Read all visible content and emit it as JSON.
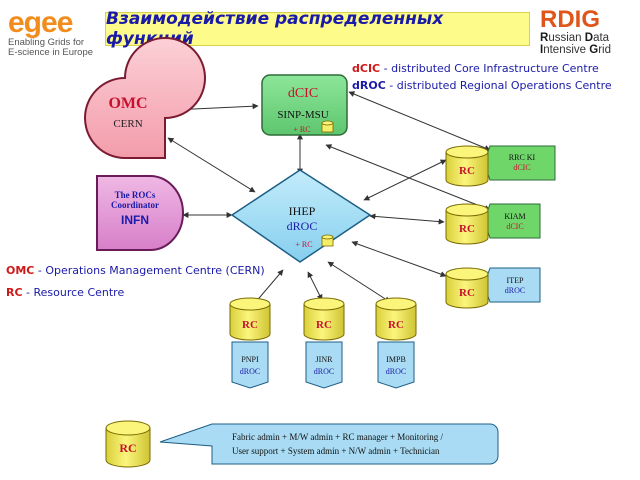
{
  "header": {
    "logo_left": {
      "name": "egee",
      "line1": "Enabling Grids for",
      "line2": "E-science in Europe"
    },
    "title": "Взаимодействие распределенных функций",
    "logo_right": {
      "name": "RDIG",
      "line1_first": "R",
      "line1_rest": "ussian ",
      "line1_second": "D",
      "line1_end": "ata",
      "line2_first": "I",
      "line2_rest": "ntensive ",
      "line2_second": "G",
      "line2_end": "rid"
    }
  },
  "legend_top": [
    {
      "key": "dCIC",
      "text": " - distributed Core Infrastructure Centre",
      "color": "#d01818"
    },
    {
      "key": "dROC",
      "text": " - distributed Regional Operations Centre",
      "color": "#1a1aa8"
    }
  ],
  "legend_bottom": [
    {
      "key": "OMC",
      "text": " - Operations Management Centre (CERN)",
      "color": "#d01818"
    },
    {
      "key": "RC",
      "text": " - Resource Centre",
      "color": "#d01818"
    }
  ],
  "nodes": {
    "omc": {
      "label": "OMC",
      "sub": "CERN"
    },
    "dcic": {
      "label": "dCIC",
      "sub": "SINP-MSU",
      "badge": "+ RC"
    },
    "rocs": {
      "line1": "The ROCs",
      "line2": "Coordinator",
      "line3": "INFN"
    },
    "ihep": {
      "line1": "IHEP",
      "line2": "dROC",
      "badge": "+ RC"
    },
    "rrc": {
      "rc": "RC",
      "line1": "RRC KI",
      "line2": "dCIC"
    },
    "kiam": {
      "rc": "RC",
      "line1": "KIAM",
      "line2": "dCIC"
    },
    "itep": {
      "rc": "RC",
      "line1": "ITEP",
      "line2": "dROC"
    },
    "pnpi": {
      "rc": "RC",
      "line1": "PNPI",
      "line2": "dROC"
    },
    "jinr": {
      "rc": "RC",
      "line1": "JINR",
      "line2": "dROC"
    },
    "impb": {
      "rc": "RC",
      "line1": "IMPB",
      "line2": "dROC"
    },
    "rc_legend": {
      "rc": "RC",
      "line1": "Fabric admin + M/W admin + RC manager + Monitoring /",
      "line2": "User support + System admin + N/W admin + Technician"
    }
  },
  "colors": {
    "dcic_fill": "#7bd98a",
    "ihep_fill": "#a7dff4",
    "omc_fill": "#f9b9c2",
    "rocs_fill": "#e59bd7",
    "cylinder_fill": "#f5ee6a",
    "green_box": "#6fd76a",
    "blue_box": "#a9dcf4",
    "red_text": "#d01818",
    "blue_text": "#1a1aa8"
  }
}
